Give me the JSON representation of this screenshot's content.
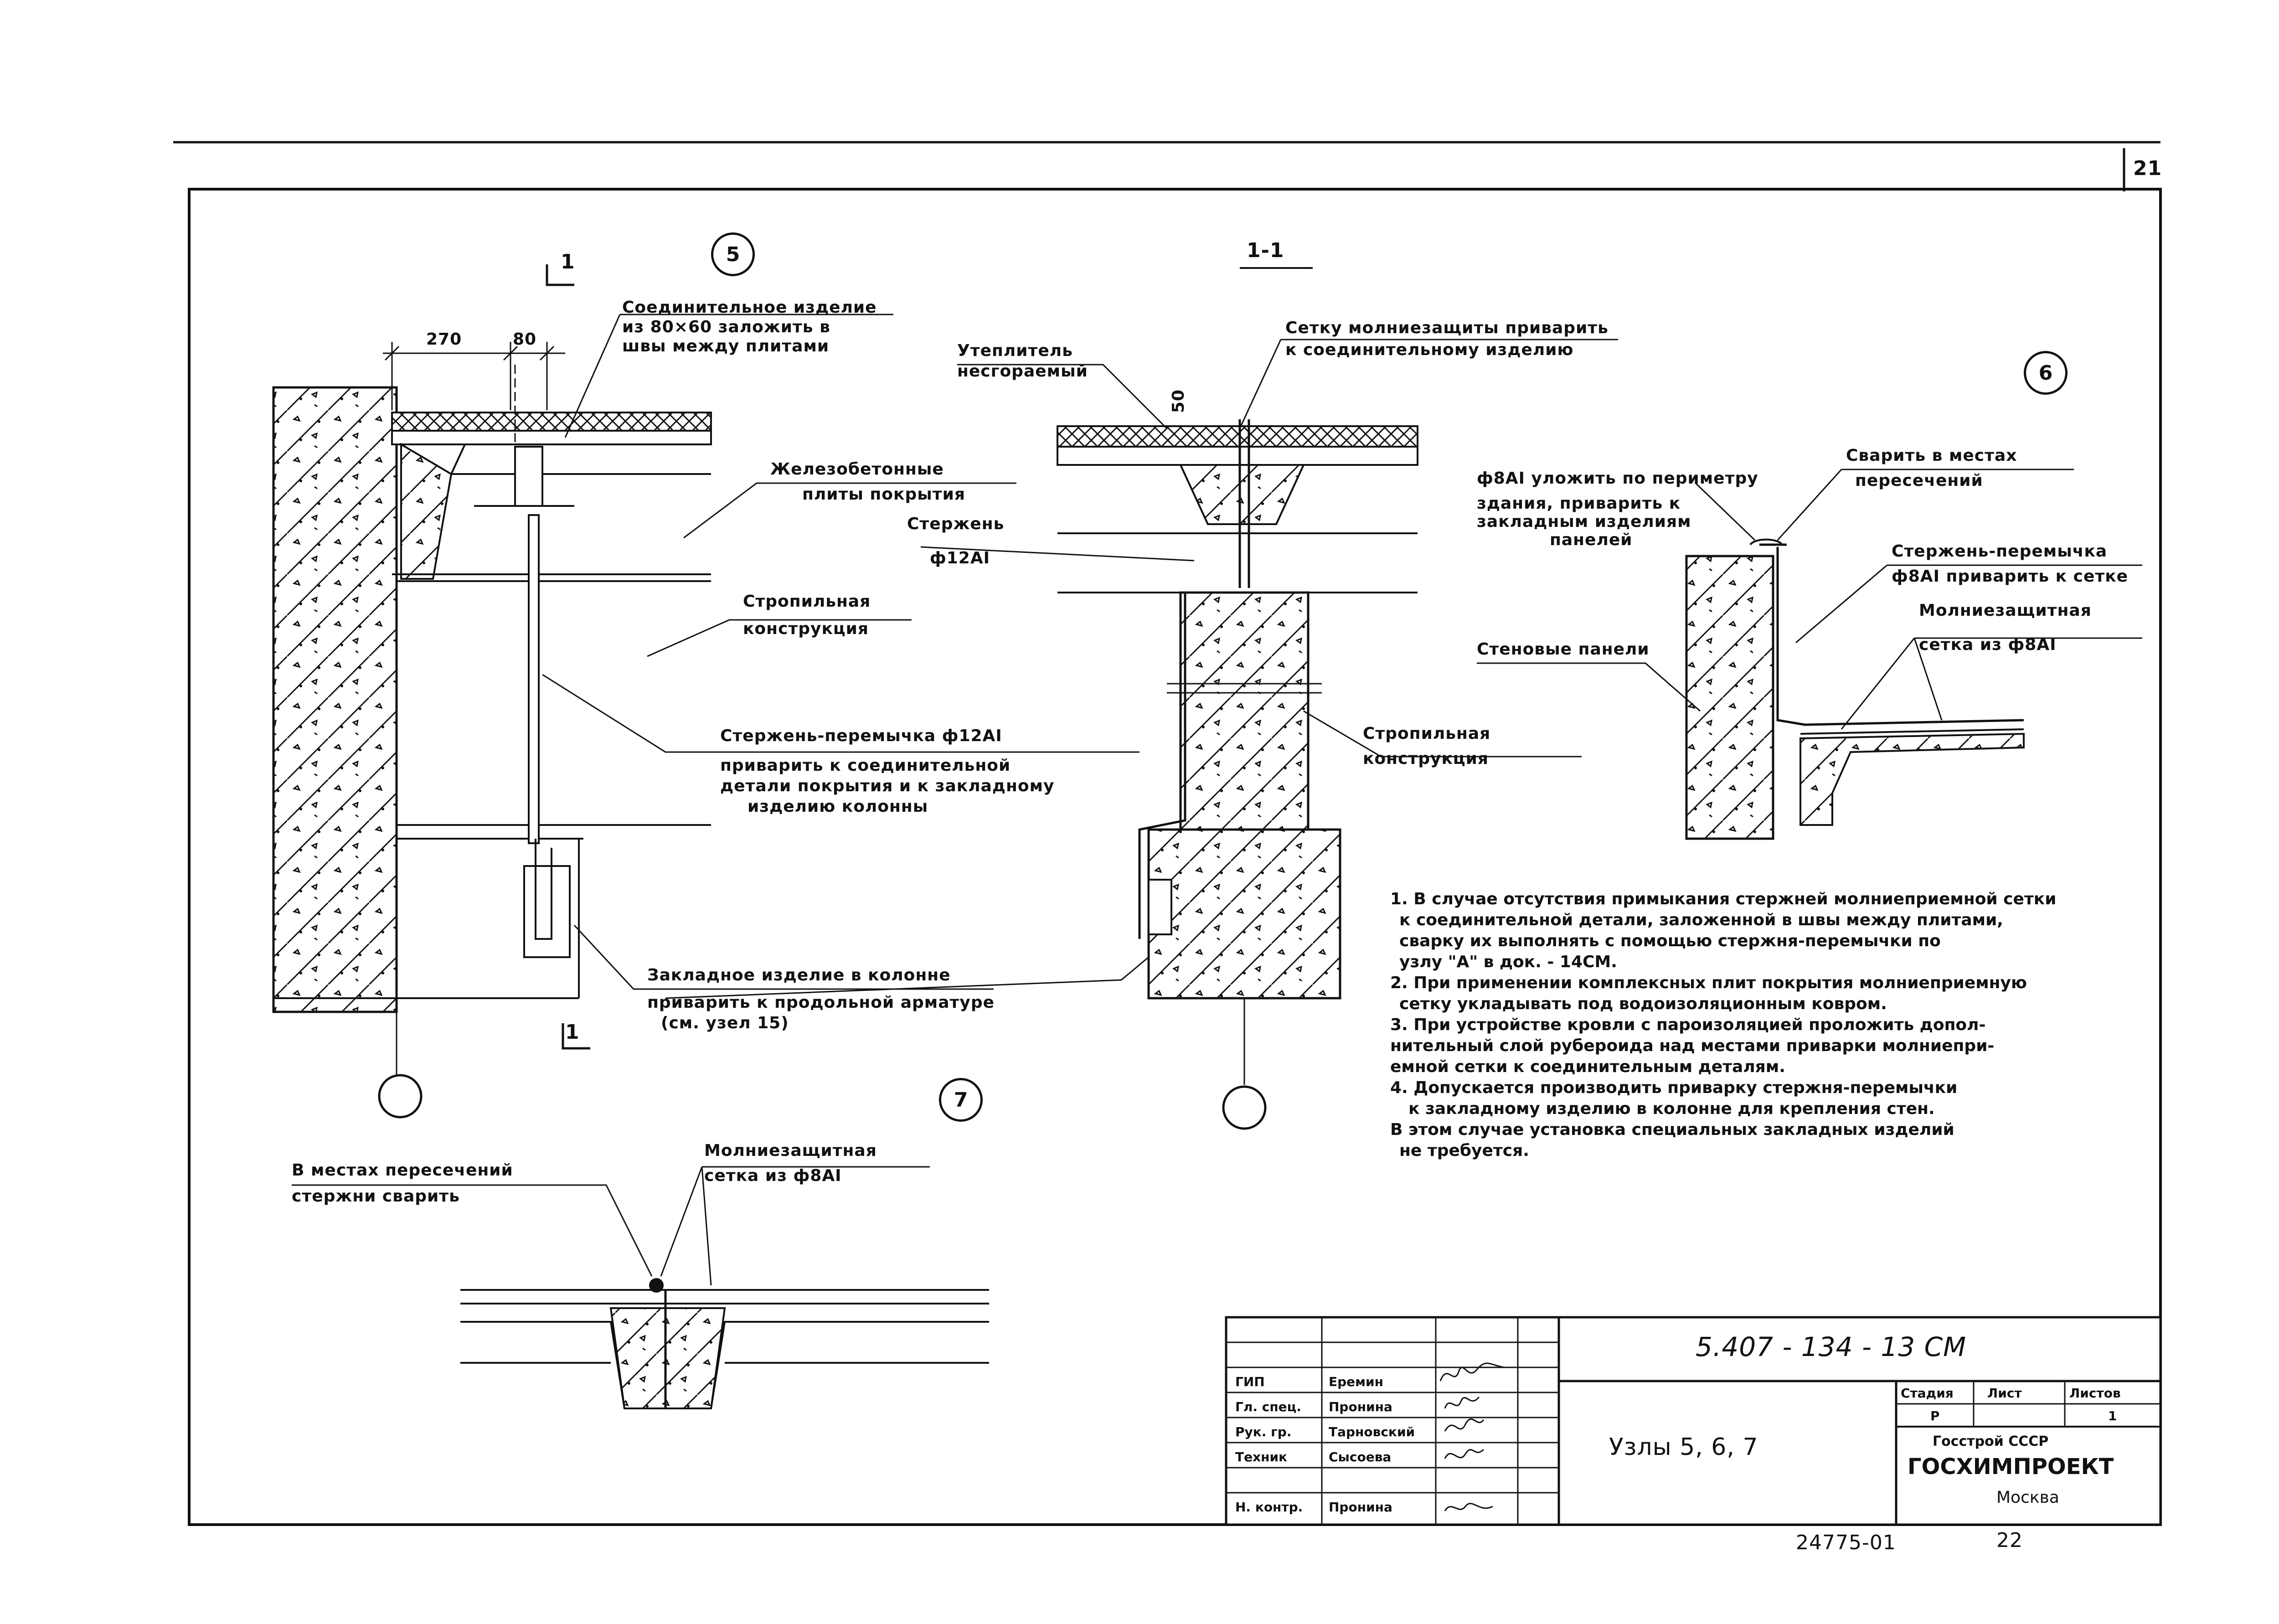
{
  "page": {
    "page_number": "21",
    "bottom_code": "24775-01",
    "bottom_sheet": "22"
  },
  "node5": {
    "marker": "5",
    "section_mark": "1",
    "dim_left": "270",
    "dim_right": "80",
    "connector_label_1": "Соединительное изделие",
    "connector_label_2": "из 80×60 заложить в",
    "connector_label_3": "швы между плитами",
    "slabs_label_1": "Железобетонные",
    "slabs_label_2": "плиты покрытия",
    "rafter_label_1": "Стропильная",
    "rafter_label_2": "конструкция",
    "rod_label_1": "Стержень-перемычка ф12АI",
    "rod_label_2": "приварить к соединительной",
    "rod_label_3": "детали покрытия и к закладному",
    "rod_label_4": "изделию колонны",
    "embed_label_1": "Закладное изделие в колонне",
    "embed_label_2": "приварить к продольной арматуре",
    "embed_label_3": "(см. узел 15)"
  },
  "section11": {
    "title": "1-1",
    "insulation_1": "Утеплитель",
    "insulation_2": "несгораемый",
    "mesh_weld_1": "Сетку молниезащиты приварить",
    "mesh_weld_2": "к соединительному изделию",
    "dim_50": "50",
    "rod_1": "Стержень",
    "rod_2": "ф12АI",
    "rafter_1": "Стропильная",
    "rafter_2": "конструкция"
  },
  "node6": {
    "marker": "6",
    "perimeter_1": "ф8АI уложить по периметру",
    "perimeter_2": "здания, приварить к",
    "perimeter_3": "закладным изделиям",
    "perimeter_4": "панелей",
    "weld_1": "Сварить в местах",
    "weld_2": "пересечений",
    "jumper_1": "Стержень-перемычка",
    "jumper_2": "ф8АI приварить к сетке",
    "mesh_1": "Молниезащитная",
    "mesh_2": "сетка из ф8АI",
    "wall_panels": "Стеновые панели"
  },
  "node7": {
    "marker": "7",
    "weld_1": "В местах пересечений",
    "weld_2": "стержни сварить",
    "mesh_1": "Молниезащитная",
    "mesh_2": "сетка из ф8АI"
  },
  "notes": [
    "1. В случае отсутствия примыкания стержней молниеприемной сетки",
    "к соединительной детали, заложенной в швы между плитами,",
    "сварку их выполнять с помощью стержня-перемычки по",
    "узлу \"А\" в док. - 14СМ.",
    "2. При применении комплексных плит покрытия молниеприемную",
    "сетку укладывать под водоизоляционным ковром.",
    "3. При устройстве кровли с пароизоляцией проложить допол-",
    "нительный слой рубероида над местами приварки молниепри-",
    "емной сетки к соединительным деталям.",
    "4. Допускается производить приварку стержня-перемычки",
    "к закладному изделию в колонне для крепления стен.",
    "В этом случае установка специальных закладных изделий",
    "не требуется."
  ],
  "stamp": {
    "doc_code": "5.407 - 134 - 13 СМ",
    "title": "Узлы 5, 6, 7",
    "stage_hdr": "Стадия",
    "sheet_hdr": "Лист",
    "sheets_hdr": "Листов",
    "stage": "Р",
    "sheets": "1",
    "org_1": "Госстрой СССР",
    "org_2": "ГОСХИМПРОЕКТ",
    "org_3": "Москва",
    "roles": [
      "ГИП",
      "Гл. спец.",
      "Рук. гр.",
      "Техник",
      "Н. контр."
    ],
    "names": [
      "Еремин",
      "Пронина",
      "Тарновский",
      "Сысоева",
      "Пронина"
    ]
  }
}
